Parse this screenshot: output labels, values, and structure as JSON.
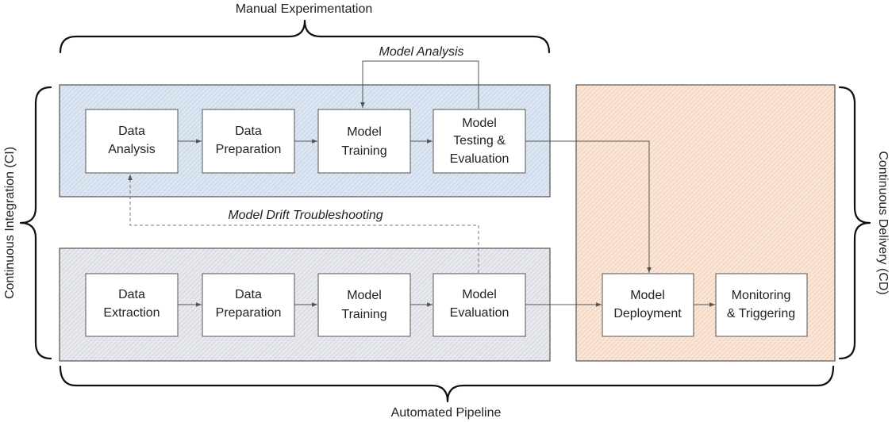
{
  "labels": {
    "manual": "Manual  Experimentation",
    "automated": "Automated Pipeline",
    "ci": "Continuous Integration (CI)",
    "cd": "Continuous Delivery (CD)",
    "model_analysis": "Model Analysis",
    "drift": "Model Drift Troubleshooting"
  },
  "top_row": [
    [
      "Data",
      "Analysis"
    ],
    [
      "Data",
      "Preparation"
    ],
    [
      "Model",
      "Training"
    ],
    [
      "Model",
      "Testing &",
      "Evaluation"
    ]
  ],
  "bottom_row": [
    [
      "Data",
      "Extraction"
    ],
    [
      "Data",
      "Preparation"
    ],
    [
      "Model",
      "Training"
    ],
    [
      "Model",
      "Evaluation"
    ]
  ],
  "cd_row": [
    [
      "Model",
      "Deployment"
    ],
    [
      "Monitoring",
      "& Triggering"
    ]
  ],
  "colors": {
    "ci_panel_fill": "#dce6f2",
    "ci_panel_hatch": "#b9c9dc",
    "auto_panel_fill": "#e7e9ee",
    "auto_panel_hatch": "#c6c9d0",
    "cd_panel_fill": "#fbe5d6",
    "cd_panel_hatch": "#e8c4a8"
  }
}
